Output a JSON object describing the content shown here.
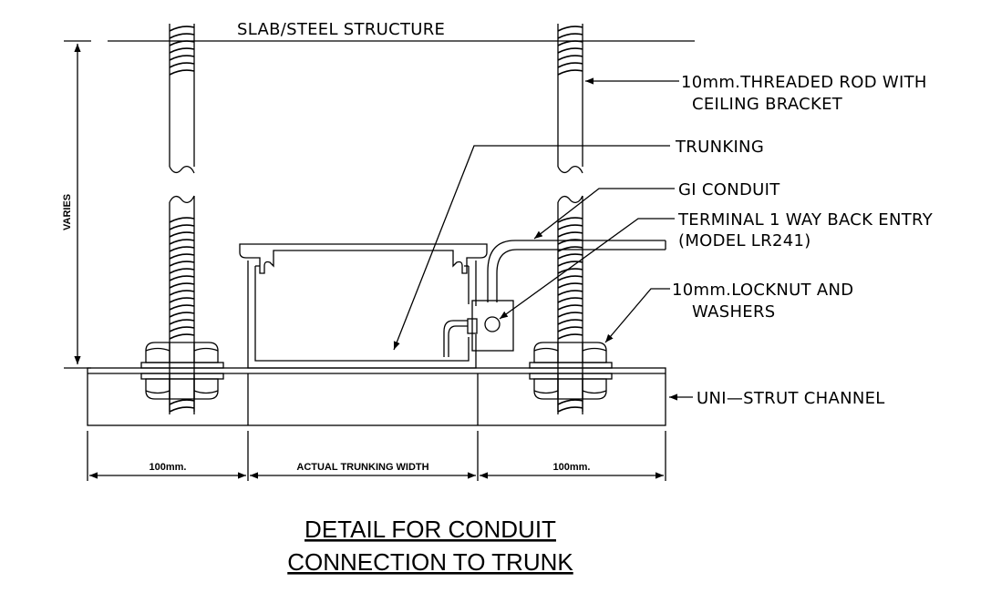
{
  "labels": {
    "slab": "SLAB/STEEL STRUCTURE",
    "rod_line1": "10mm.THREADED ROD WITH",
    "rod_line2": "CEILING BRACKET",
    "trunking": "TRUNKING",
    "gi_conduit": "GI CONDUIT",
    "terminal_line1": "TERMINAL 1 WAY BACK ENTRY",
    "terminal_line2": "(MODEL LR241)",
    "locknut_line1": "10mm.LOCKNUT AND",
    "locknut_line2": "WASHERS",
    "unistrut": "UNI—STRUT CHANNEL"
  },
  "dimensions": {
    "varies": "VARIES",
    "left": "100mm.",
    "middle": "ACTUAL TRUNKING WIDTH",
    "right": "100mm."
  },
  "title": {
    "line1": "DETAIL FOR CONDUIT",
    "line2": "CONNECTION TO TRUNK"
  }
}
